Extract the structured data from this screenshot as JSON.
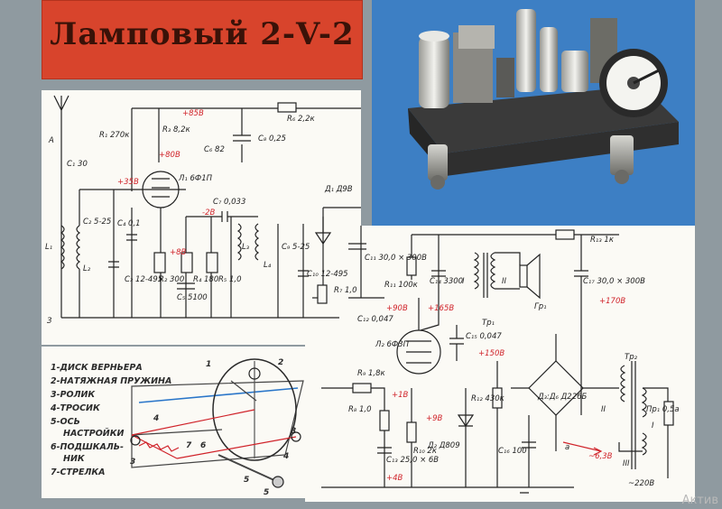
{
  "title": "Ламповый 2-V-2",
  "watermark": "Актив",
  "legend": [
    "1-ДИСК ВЕРНЬЕРА",
    "2-НАТЯЖНАЯ ПРУЖИНА",
    "3-РОЛИК",
    "4-ТРОСИК",
    "5-ОСЬ",
    "НАСТРОЙКИ",
    "6-ПОДШКАЛЬ-",
    "НИК",
    "7-СТРЕЛКА"
  ],
  "legend_drawing_labels": [
    "1",
    "2",
    "3",
    "4",
    "5",
    "6",
    "7",
    "3",
    "4",
    "5"
  ],
  "components": {
    "c1": "C₁ 30",
    "r1": "R₁ 270к",
    "r3": "R₃ 8,2к",
    "c6": "C₆ 82",
    "c8": "C₈ 0,25",
    "r6": "R₆ 2,2к",
    "l1": "L₁",
    "c2": "C₂ 5-25",
    "l2": "L₂",
    "c4": "C₄ 0,1",
    "c3": "C₃ 12-495",
    "l1tube": "Л₁ 6Ф1П",
    "c7": "C₇ 0,033",
    "r2": "R₂ 300",
    "c5": "C₅ 5100",
    "r4": "R₄ 180",
    "r5": "R₅ 1,0",
    "l3": "L₃",
    "l4": "L₄",
    "c9": "C₉ 5-25",
    "c10": "C₁₀ 12-495",
    "d1": "Д₁ Д9В",
    "c11": "C₁₁ 30,0 × 300В",
    "r7": "R₇ 1,0",
    "c12": "C₁₂ 0,047",
    "r11": "R₁₁ 100к",
    "c14": "C₁₄ 3300",
    "tr1": "Тр₁",
    "gr1": "Гр₁",
    "r13": "R₁₃ 1к",
    "c17": "C₁₇ 30,0 × 300В",
    "c15": "C₁₅ 0,047",
    "l2tube": "Л₂ 6Ф3П",
    "r9": "R₉ 1,8к",
    "r8": "R₈ 1,0",
    "r12": "R₁₂ 430к",
    "c16": "C₁₆ 100",
    "c13": "C₁₃ 25,0 × 6В",
    "r10": "R₁₀ 2к",
    "d2": "Д₂ Д809",
    "d3d6": "Д₃:Д₆ Д226Б",
    "tr2": "Тр₂",
    "pr1": "Пр₁ 0,5а",
    "a": "А",
    "z": "З",
    "a2": "а",
    "coil1": "I",
    "coil2": "II",
    "coil3": "II",
    "coil4": "I",
    "coil5": "III",
    "mains": "~220В"
  },
  "voltages": [
    "+85В",
    "+80В",
    "+35В",
    "-2В",
    "+8В",
    "+90В",
    "+165В",
    "+150В",
    "+170В",
    "+1В",
    "+9В",
    "+4В",
    "~6,3В"
  ]
}
